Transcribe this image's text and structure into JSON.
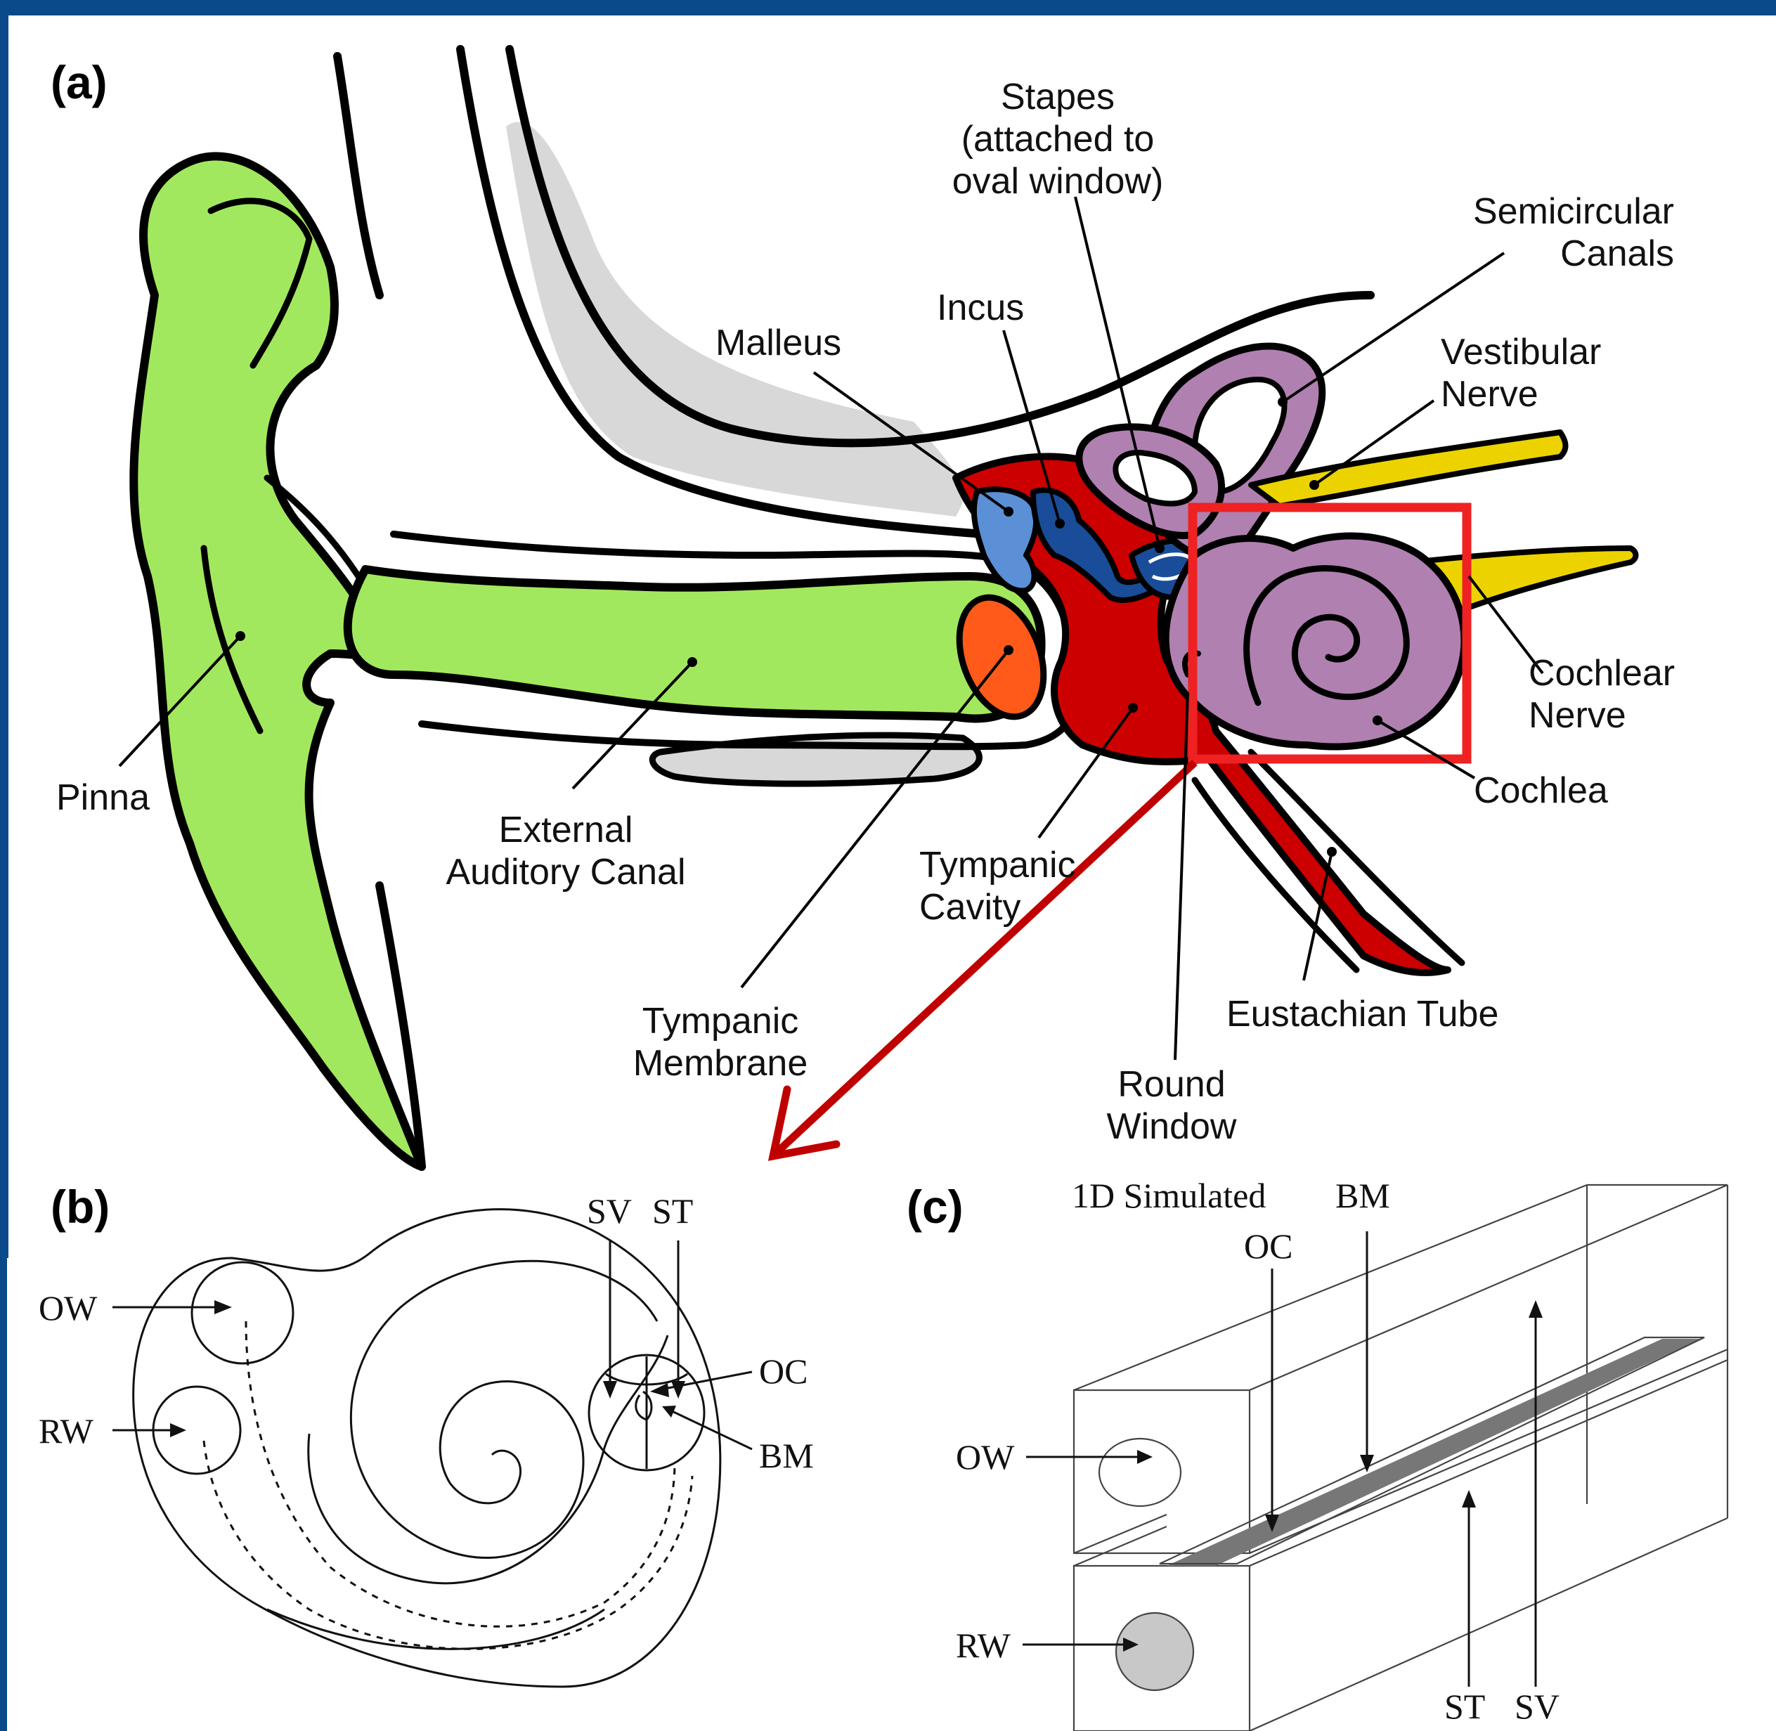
{
  "colors": {
    "frame": "#0a4a8a",
    "pinna_canal": "#a2e85e",
    "tympanic_membrane": "#ff5a1a",
    "middle_ear_red": "#cc0000",
    "ossicles_blue": "#5b8fd6",
    "ossicles_dark_blue": "#1a4d99",
    "inner_ear_purple": "#b080b0",
    "nerves_yellow": "#ecd300",
    "bone_gray": "#d8d8d8",
    "highlight_box": "#ee2222",
    "arrow_darkred": "#c00000",
    "round_window_fill": "#c8c8c8",
    "bm_strip": "#777777"
  },
  "panel_a": {
    "panel_label": "(a)",
    "labels": {
      "stapes_1": "Stapes",
      "stapes_2": "(attached to",
      "stapes_3": "oval window)",
      "semicircular_1": "Semicircular",
      "semicircular_2": "Canals",
      "vestibular_1": "Vestibular",
      "vestibular_2": "Nerve",
      "incus": "Incus",
      "malleus": "Malleus",
      "cochlear_nerve_1": "Cochlear",
      "cochlear_nerve_2": "Nerve",
      "cochlea": "Cochlea",
      "pinna": "Pinna",
      "canal_1": "External",
      "canal_2": "Auditory Canal",
      "cavity_1": "Tympanic",
      "cavity_2": "Cavity",
      "eustachian": "Eustachian Tube",
      "membrane_1": "Tympanic",
      "membrane_2": "Membrane",
      "round_1": "Round",
      "round_2": "Window"
    }
  },
  "panel_b": {
    "panel_label": "(b)",
    "labels": {
      "sv": "SV",
      "st": "ST",
      "ow": "OW",
      "rw": "RW",
      "oc": "OC",
      "bm": "BM"
    }
  },
  "panel_c": {
    "panel_label": "(c)",
    "labels": {
      "sim_1d": "1D Simulated",
      "bm": "BM",
      "oc": "OC",
      "ow": "OW",
      "rw": "RW",
      "st": "ST",
      "sv": "SV"
    }
  }
}
